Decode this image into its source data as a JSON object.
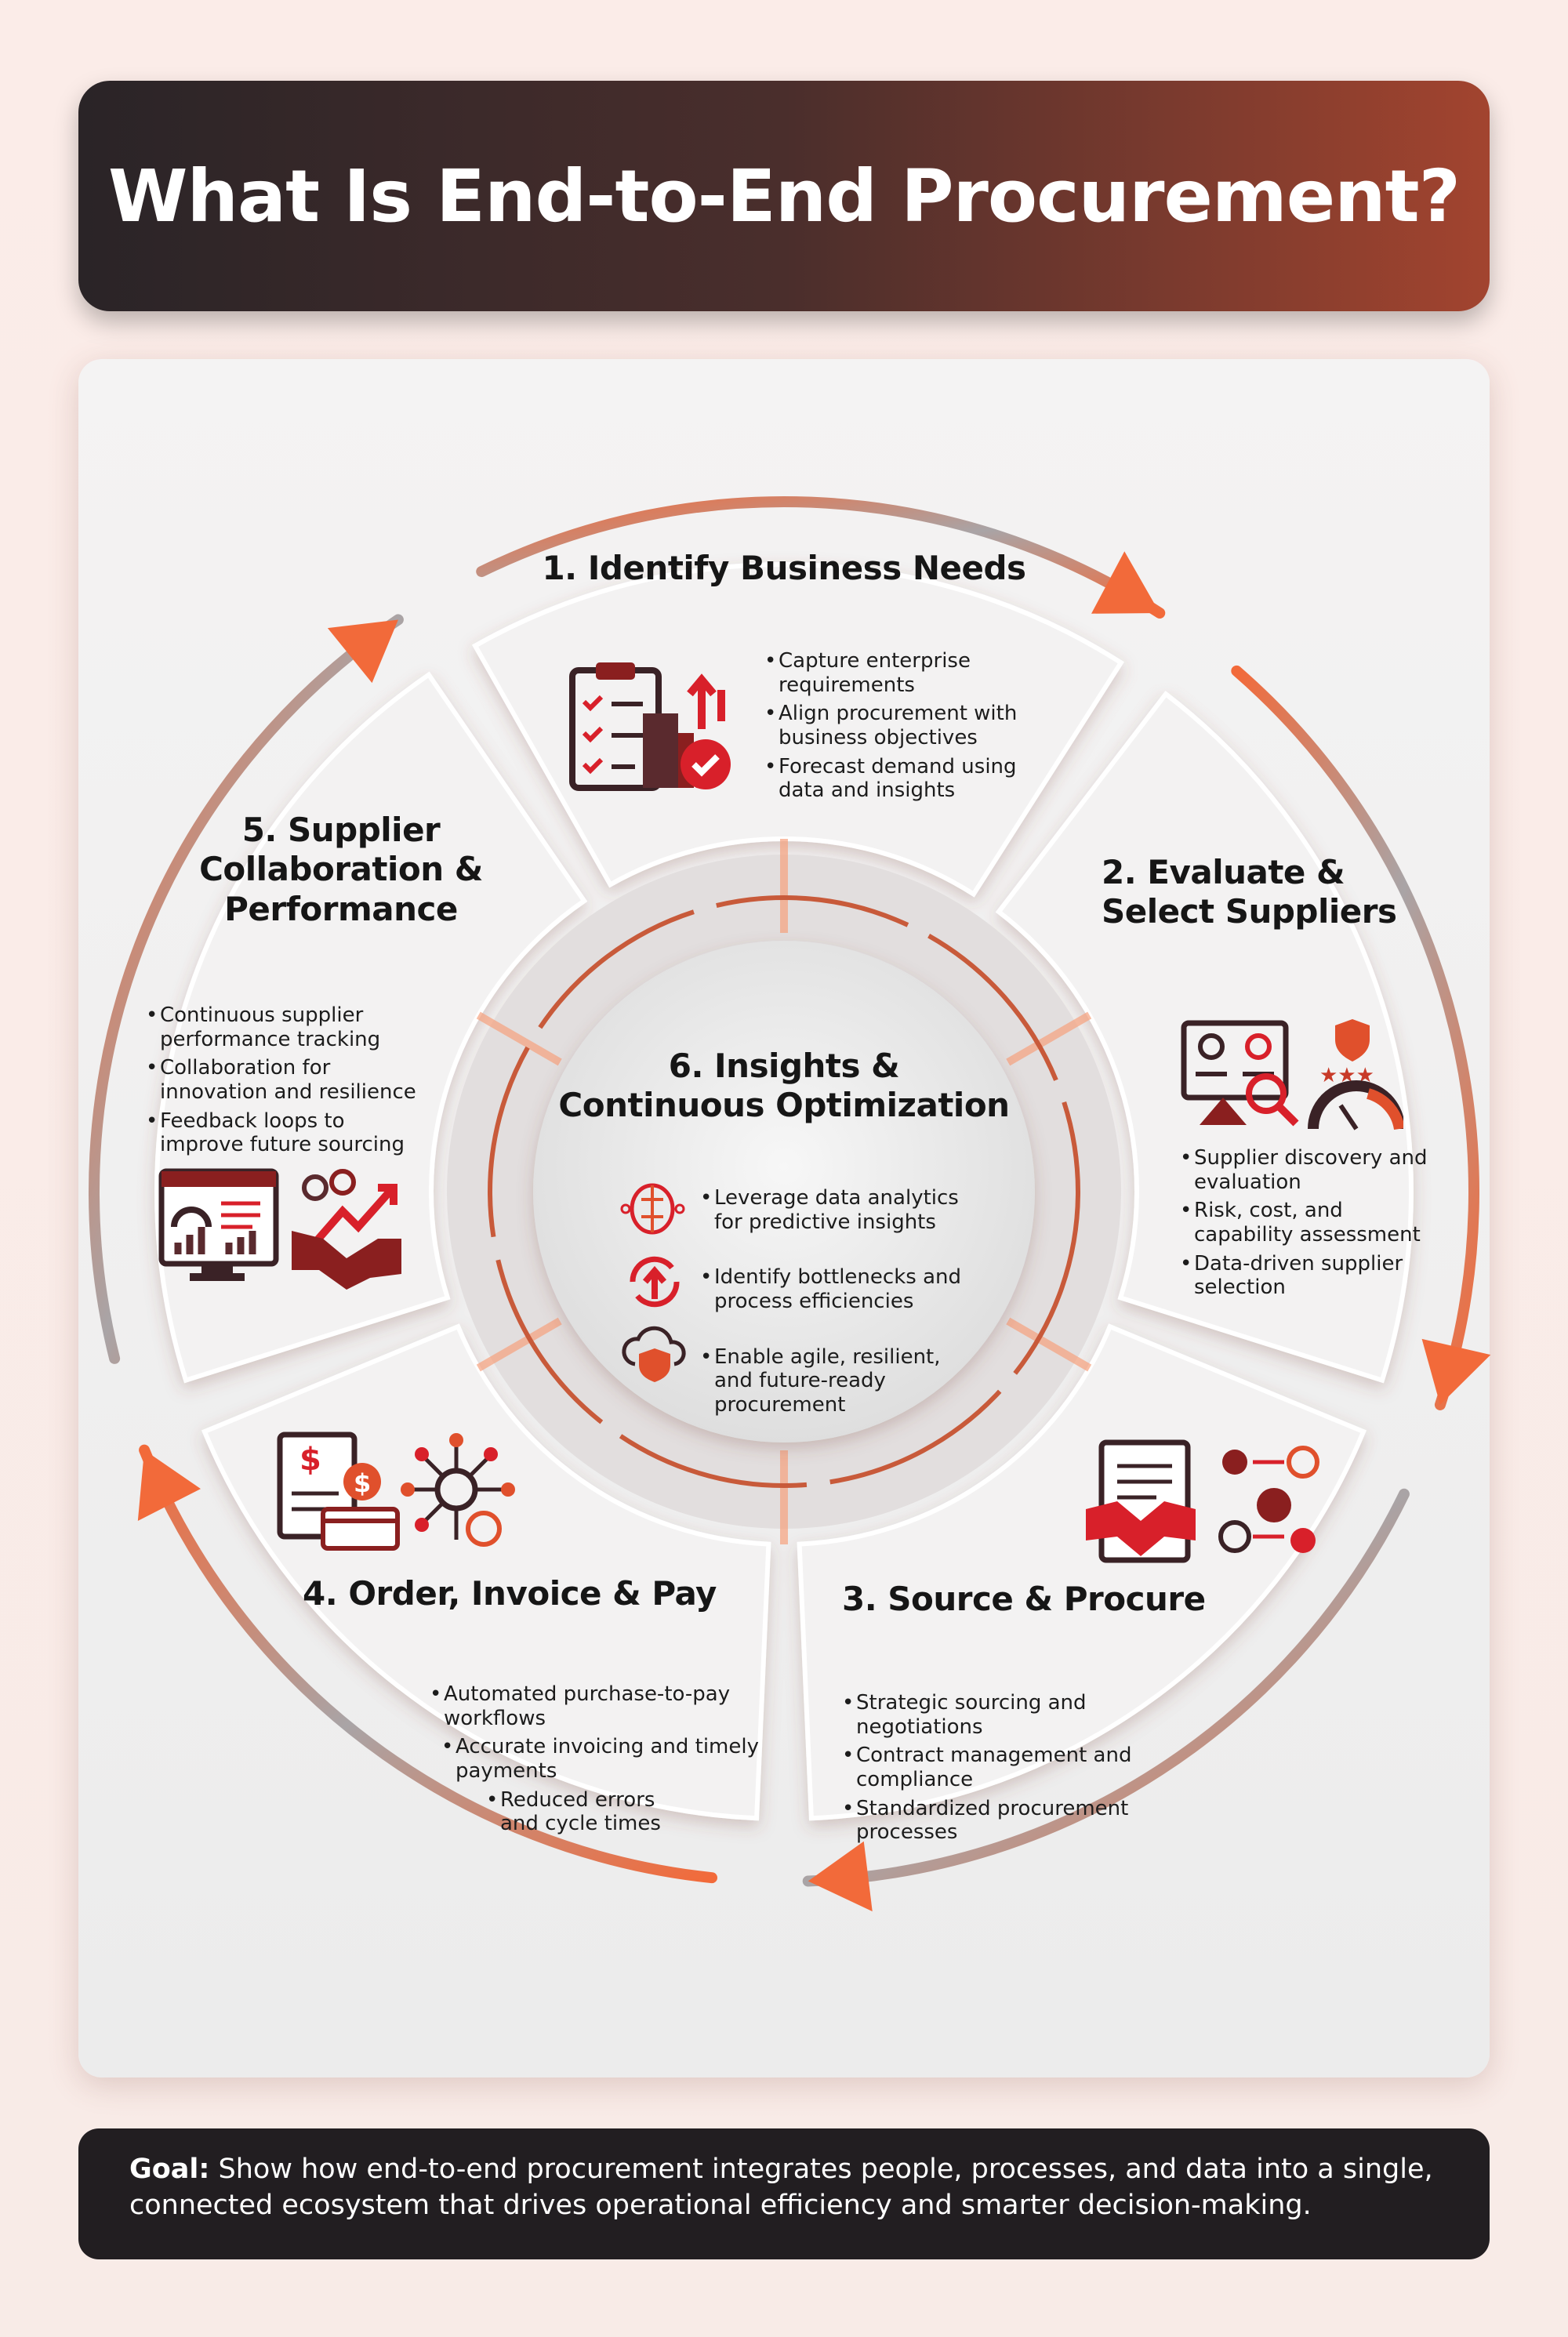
{
  "title": "What Is End-to-End Procurement?",
  "colors": {
    "accent": "#f26a3a",
    "dark_red": "#8a1f1f",
    "red": "#d8202a",
    "banner_dark": "#2a2427",
    "banner_rust": "#a2442f",
    "goal_bg": "#221e21"
  },
  "stages": [
    {
      "title": "1. Identify Business Needs",
      "icon": "clipboard-building-growth-icon",
      "bullets": [
        "Capture enterprise requirements",
        "Align procurement with business objectives",
        "Forecast demand using data and insights"
      ]
    },
    {
      "title_lines": [
        "2. Evaluate &",
        "Select Suppliers"
      ],
      "icon": "supplier-profiles-rating-gauge-icon",
      "bullets": [
        "Supplier discovery and evaluation",
        "Risk, cost, and capability assessment",
        "Data-driven supplier selection"
      ]
    },
    {
      "title": "3. Source & Procure",
      "icon": "contract-handshake-gears-icon",
      "bullets": [
        "Strategic sourcing and negotiations",
        "Contract management and compliance",
        "Standardized procurement processes"
      ]
    },
    {
      "title": "4. Order, Invoice & Pay",
      "icon": "invoice-payment-network-icon",
      "bullets": [
        "Automated purchase-to-pay workflows",
        "Accurate invoicing and timely payments",
        "Reduced errors and cycle times"
      ]
    },
    {
      "title_lines": [
        "5. Supplier",
        "Collaboration &",
        "Performance"
      ],
      "icon": "dashboard-handshake-growth-icon",
      "bullets": [
        "Continuous supplier performance tracking",
        "Collaboration for innovation and resilience",
        "Feedback loops to improve future sourcing"
      ]
    }
  ],
  "center": {
    "title_lines": [
      "6. Insights &",
      "Continuous Optimization"
    ],
    "items": [
      {
        "icon": "brain-circuit-icon",
        "text": "Leverage data analytics for predictive insights"
      },
      {
        "icon": "refresh-arrow-up-icon",
        "text": "Identify bottlenecks and process efficiencies"
      },
      {
        "icon": "cloud-shield-leaf-icon",
        "text": "Enable agile, resilient, and future-ready procurement"
      }
    ]
  },
  "goal": {
    "label": "Goal:",
    "text": " Show how end-to-end procurement integrates people, processes, and data into a single, connected ecosystem that drives operational efficiency and smarter decision-making."
  }
}
